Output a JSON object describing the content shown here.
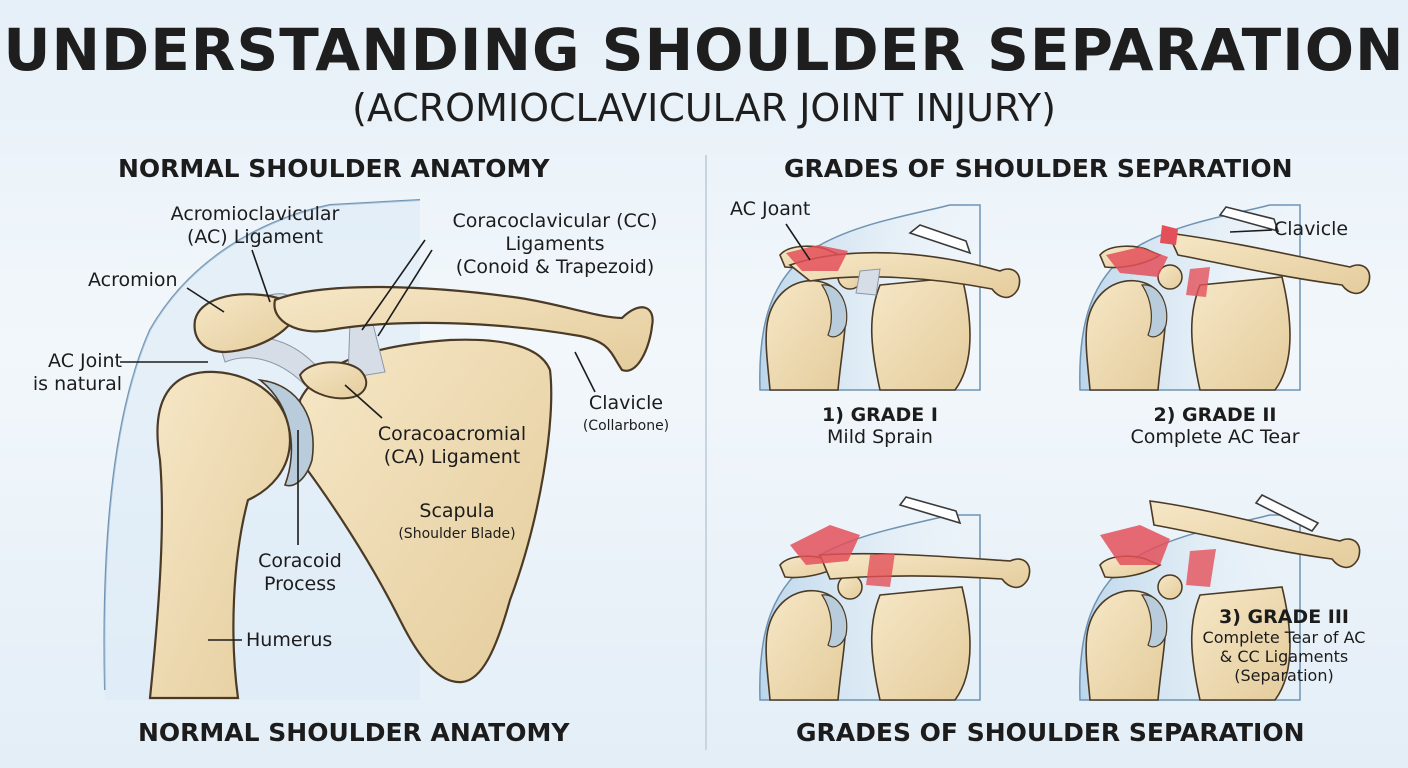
{
  "title": "UNDERSTANDING SHOULDER SEPARATION",
  "subtitle": "(ACROMIOCLAVICULAR JOINT INJURY)",
  "left_panel": {
    "heading": "NORMAL SHOULDER ANATOMY",
    "footer": "NORMAL SHOULDER ANATOMY",
    "labels": {
      "ac_ligament_1": "Acromioclavicular",
      "ac_ligament_2": "(AC) Ligament",
      "cc_ligaments_1": "Coracoclavicular (CC)",
      "cc_ligaments_2": "Ligaments",
      "cc_ligaments_3": "(Conoid & Trapezoid)",
      "acromion": "Acromion",
      "ac_joint_1": "AC Joint",
      "ac_joint_2": "is natural",
      "clavicle": "Clavicle",
      "clavicle_sub": "(Collarbone)",
      "ca_ligament_1": "Coracoacromial",
      "ca_ligament_2": "(CA) Ligament",
      "scapula": "Scapula",
      "scapula_sub": "(Shoulder Blade)",
      "coracoid_1": "Coracoid",
      "coracoid_2": "Process",
      "humerus": "Humerus"
    }
  },
  "right_panel": {
    "heading": "GRADES OF SHOULDER SEPARATION",
    "footer": "GRADES OF SHOULDER SEPARATION",
    "labels": {
      "ac_joint": "AC Joant",
      "clavicle": "Clavicle"
    },
    "grades": [
      {
        "title": "1) GRADE I",
        "desc": "Mild Sprain"
      },
      {
        "title": "2) GRADE II",
        "desc": "Complete AC Tear"
      },
      {
        "title": "3) GRADE III",
        "desc_1": "Complete Tear of AC",
        "desc_2": "& CC Ligaments",
        "desc_3": "(Separation)"
      }
    ]
  },
  "colors": {
    "bone": "#efdcb4",
    "bone_outline": "#4a3a26",
    "cartilage": "#b8ccdc",
    "ligament": "#d6dde6",
    "torn_ligament": "#e3505a",
    "skin_outline": "#6f93b3"
  }
}
